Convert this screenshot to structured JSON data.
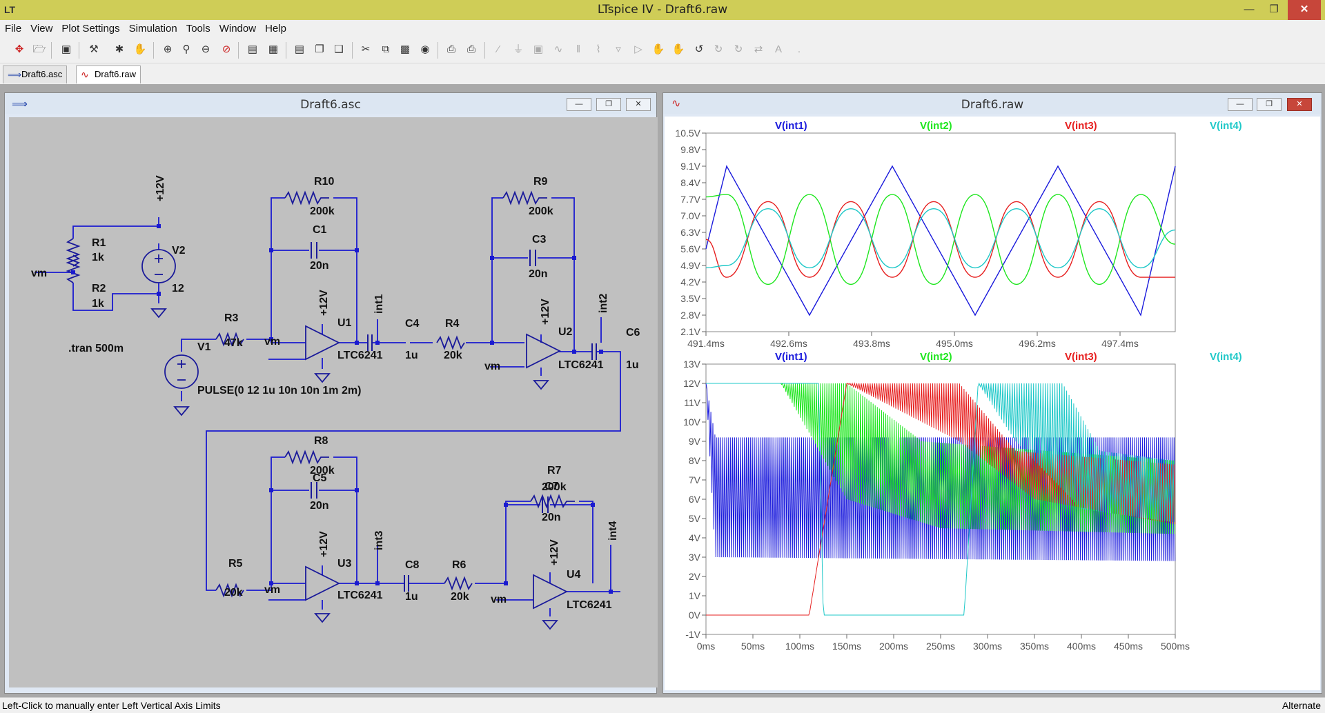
{
  "window": {
    "title": "LTspice IV - Draft6.raw"
  },
  "menu": [
    "File",
    "View",
    "Plot Settings",
    "Simulation",
    "Tools",
    "Window",
    "Help"
  ],
  "tabs": [
    {
      "label": "Draft6.asc",
      "icon": "schematic-icon"
    },
    {
      "label": "Draft6.raw",
      "icon": "waveform-icon"
    }
  ],
  "schematic": {
    "title": "Draft6.asc",
    "labels": {
      "plus12": "+12V",
      "vm": "vm",
      "tran": ".tran 500m",
      "pulse": "PULSE(0 12 1u 10n 10n 1m 2m)",
      "R1": "R1",
      "R1v": "1k",
      "R2": "R2",
      "R2v": "1k",
      "V2": "V2",
      "V2v": "12",
      "V1": "V1",
      "R3": "R3",
      "R3v": "47k",
      "R10": "R10",
      "R10v": "200k",
      "C1": "C1",
      "C1v": "20n",
      "U1": "U1",
      "R9": "R9",
      "R9v": "200k",
      "C3": "C3",
      "C3v": "20n",
      "U2": "U2",
      "R8": "R8",
      "R8v": "200k",
      "C5": "C5",
      "C5v": "20n",
      "U3": "U3",
      "R7": "R7",
      "R7v": "200k",
      "C7": "C7",
      "C7v": "20n",
      "U4": "U4",
      "C4": "C4",
      "C4v": "1u",
      "R4": "R4",
      "R4v": "20k",
      "C6": "C6",
      "C6v": "1u",
      "C8": "C8",
      "C8v": "1u",
      "R6": "R6",
      "R6v": "20k",
      "R5": "R5",
      "R5v": "20k",
      "opamp": "LTC6241",
      "int1": "int1",
      "int2": "int2",
      "int3": "int3",
      "int4": "int4"
    }
  },
  "waveform": {
    "title": "Draft6.raw",
    "colors": {
      "int1": "#1a1adc",
      "int2": "#1ee61e",
      "int3": "#e61e1e",
      "int4": "#1ec8c8"
    },
    "traces": [
      "V(int1)",
      "V(int2)",
      "V(int3)",
      "V(int4)"
    ],
    "top_pane": {
      "y_ticks": [
        "10.5V",
        "9.8V",
        "9.1V",
        "8.4V",
        "7.7V",
        "7.0V",
        "6.3V",
        "5.6V",
        "4.9V",
        "4.2V",
        "3.5V",
        "2.8V",
        "2.1V"
      ],
      "x_ticks": [
        "491.4ms",
        "492.6ms",
        "493.8ms",
        "495.0ms",
        "496.2ms",
        "497.4ms"
      ]
    },
    "bottom_pane": {
      "y_ticks": [
        "13V",
        "12V",
        "11V",
        "10V",
        "9V",
        "8V",
        "7V",
        "6V",
        "5V",
        "4V",
        "3V",
        "2V",
        "1V",
        "0V",
        "-1V"
      ],
      "x_ticks": [
        "0ms",
        "50ms",
        "100ms",
        "150ms",
        "200ms",
        "250ms",
        "300ms",
        "350ms",
        "400ms",
        "450ms",
        "500ms"
      ]
    }
  },
  "chart_data": [
    {
      "type": "line",
      "x_unit": "ms",
      "xlim": [
        491.4,
        498.2
      ],
      "ylim": [
        2.1,
        10.5
      ],
      "grid": false,
      "legend_placement": "top",
      "series": [
        {
          "name": "V(int1)",
          "x": [
            491.4,
            491.7,
            492.9,
            494.1,
            495.3,
            496.5,
            497.7,
            498.2
          ],
          "y": [
            5.6,
            9.1,
            2.8,
            9.1,
            2.8,
            9.1,
            2.8,
            9.1
          ]
        },
        {
          "name": "V(int2)",
          "x": [
            491.4,
            491.7,
            492.3,
            492.9,
            493.5,
            494.1,
            494.7,
            495.3,
            495.9,
            496.5,
            497.1,
            497.7,
            498.2
          ],
          "y": [
            7.8,
            7.9,
            4.1,
            7.9,
            4.1,
            7.9,
            4.1,
            7.9,
            4.1,
            7.9,
            4.1,
            7.9,
            5.8
          ]
        },
        {
          "name": "V(int3)",
          "x": [
            491.4,
            491.7,
            492.3,
            492.9,
            493.5,
            494.1,
            494.7,
            495.3,
            495.9,
            496.5,
            497.1,
            497.7,
            498.2
          ],
          "y": [
            6.0,
            4.4,
            7.6,
            4.4,
            7.6,
            4.4,
            7.6,
            4.4,
            7.6,
            4.4,
            7.6,
            4.4,
            4.4
          ]
        },
        {
          "name": "V(int4)",
          "x": [
            491.4,
            491.7,
            492.3,
            492.9,
            493.5,
            494.1,
            494.7,
            495.3,
            495.9,
            496.5,
            497.1,
            497.7,
            498.2
          ],
          "y": [
            4.8,
            4.9,
            7.3,
            4.8,
            7.3,
            4.8,
            7.3,
            4.8,
            7.3,
            4.8,
            7.3,
            4.8,
            6.4
          ]
        }
      ]
    },
    {
      "type": "line",
      "x_unit": "ms",
      "xlim": [
        0,
        500
      ],
      "ylim": [
        -1,
        13
      ],
      "grid": false,
      "legend_placement": "top",
      "series": [
        {
          "name": "V(int1)",
          "envelope_max": [
            [
              0,
              12
            ],
            [
              10,
              9.2
            ],
            [
              500,
              9.2
            ]
          ],
          "envelope_min": [
            [
              0,
              12
            ],
            [
              10,
              3
            ],
            [
              500,
              2.8
            ]
          ]
        },
        {
          "name": "V(int2)",
          "envelope_max": [
            [
              0,
              12
            ],
            [
              150,
              12
            ],
            [
              230,
              9
            ],
            [
              500,
              8
            ]
          ],
          "envelope_min": [
            [
              0,
              12
            ],
            [
              80,
              12
            ],
            [
              150,
              6
            ],
            [
              250,
              4.5
            ],
            [
              500,
              4.2
            ]
          ]
        },
        {
          "name": "V(int3)",
          "envelope_max": [
            [
              0,
              0
            ],
            [
              110,
              0
            ],
            [
              150,
              12
            ],
            [
              270,
              12
            ],
            [
              330,
              8.5
            ],
            [
              500,
              7.8
            ]
          ],
          "envelope_min": [
            [
              0,
              0
            ],
            [
              110,
              0
            ],
            [
              150,
              12
            ],
            [
              270,
              9
            ],
            [
              350,
              6
            ],
            [
              500,
              4.7
            ]
          ]
        },
        {
          "name": "V(int4)",
          "envelope_max": [
            [
              0,
              12
            ],
            [
              120,
              12
            ],
            [
              125,
              0
            ],
            [
              275,
              0
            ],
            [
              290,
              12
            ],
            [
              380,
              12
            ],
            [
              420,
              8.5
            ],
            [
              500,
              8
            ]
          ],
          "envelope_min": [
            [
              0,
              12
            ],
            [
              120,
              12
            ],
            [
              125,
              0
            ],
            [
              275,
              0
            ],
            [
              290,
              12
            ],
            [
              330,
              9
            ],
            [
              400,
              5.5
            ],
            [
              500,
              4.8
            ]
          ]
        }
      ]
    }
  ]
}
